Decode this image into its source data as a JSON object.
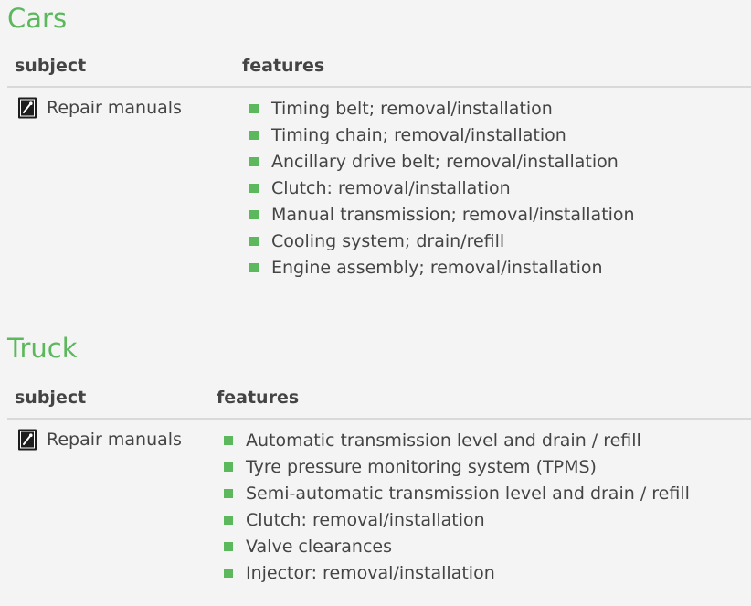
{
  "accent_color": "#5cb85c",
  "sections": [
    {
      "title": "Cars",
      "headers": {
        "subject": "subject",
        "features": "features"
      },
      "subject": {
        "label": "Repair manuals",
        "icon": "repair-manual-icon"
      },
      "features": [
        "Timing belt; removal/installation",
        "Timing chain; removal/installation",
        "Ancillary drive belt; removal/installation",
        "Clutch: removal/installation",
        "Manual transmission; removal/installation",
        "Cooling system; drain/refill",
        "Engine assembly; removal/installation"
      ]
    },
    {
      "title": "Truck",
      "headers": {
        "subject": "subject",
        "features": "features"
      },
      "subject": {
        "label": "Repair manuals",
        "icon": "repair-manual-icon"
      },
      "features": [
        "Automatic transmission level and drain / refill",
        "Tyre pressure monitoring system (TPMS)",
        "Semi-automatic transmission level and drain / refill",
        "Clutch: removal/installation",
        "Valve clearances",
        "Injector: removal/installation"
      ]
    }
  ]
}
